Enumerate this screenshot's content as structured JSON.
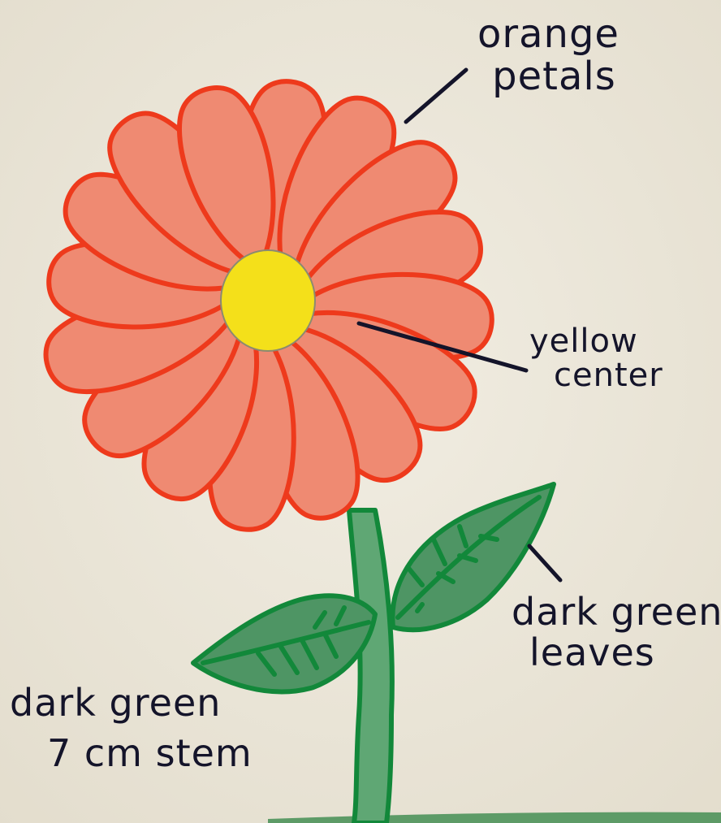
{
  "labels": {
    "petals_line1": "orange",
    "petals_line2": "petals",
    "center_line1": "yellow",
    "center_line2": "center",
    "leaves_line1": "dark green",
    "leaves_line2": "leaves",
    "stem_line1": "dark green",
    "stem_line2": "7 cm stem"
  },
  "colors": {
    "paper": "#ece8dc",
    "petal_fill": "#ef8a72",
    "petal_outline": "#ee3a1c",
    "center_fill": "#f4e01a",
    "stem_fill": "#5fa774",
    "stem_outline": "#12883a",
    "leaf_fill": "#4e9564",
    "ink": "#14142a"
  },
  "icons": {
    "flower": "flower-drawing",
    "stem": "stem-drawing",
    "leaves": "leaf-drawing"
  }
}
